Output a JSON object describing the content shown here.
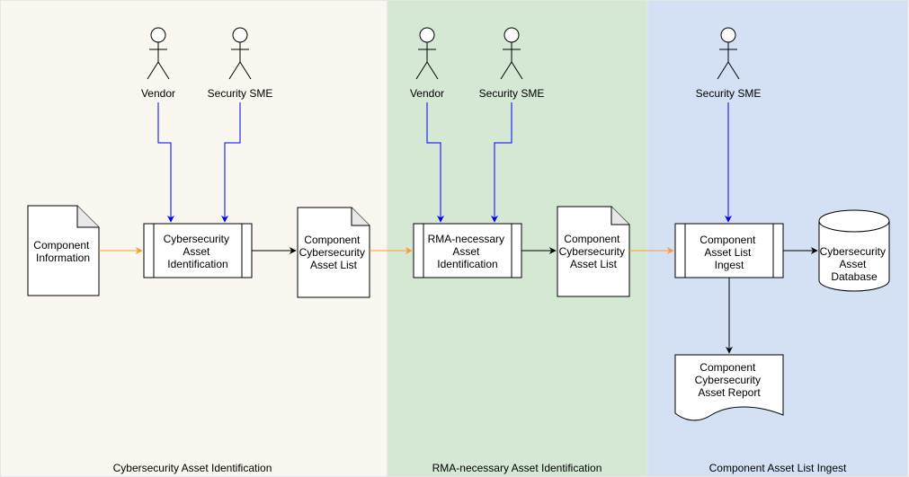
{
  "colors": {
    "lane1_fill": "#f9f7ef",
    "lane2_fill": "#d5e8d4",
    "lane3_fill": "#d4e1f5",
    "lane_border": "#e6e6e6",
    "blue_edge": "#0000ff",
    "orange_edge": "#ff9933",
    "black_edge": "#000000"
  },
  "lanes": [
    {
      "id": "lane-1",
      "label": "Cybersecurity Asset Identification"
    },
    {
      "id": "lane-2",
      "label": "RMA-necessary Asset Identification"
    },
    {
      "id": "lane-3",
      "label": "Component Asset List Ingest"
    }
  ],
  "actors": [
    {
      "id": "vendor-1",
      "label": "Vendor"
    },
    {
      "id": "sme-1",
      "label": "Security SME"
    },
    {
      "id": "vendor-2",
      "label": "Vendor"
    },
    {
      "id": "sme-2",
      "label": "Security SME"
    },
    {
      "id": "sme-3",
      "label": "Security SME"
    }
  ],
  "documents": [
    {
      "id": "doc-component-info",
      "lines": [
        "Component",
        "Information"
      ]
    },
    {
      "id": "doc-asset-list-1",
      "lines": [
        "Component",
        "Cybersecurity",
        "Asset List"
      ]
    },
    {
      "id": "doc-asset-list-2",
      "lines": [
        "Component",
        "Cybersecurity",
        "Asset List"
      ]
    },
    {
      "id": "doc-asset-report",
      "lines": [
        "Component",
        "Cybersecurity",
        "Asset Report"
      ]
    }
  ],
  "processes": [
    {
      "id": "proc-cyber-id",
      "lines": [
        "Cybersecurity",
        "Asset",
        "Identification"
      ]
    },
    {
      "id": "proc-rma-id",
      "lines": [
        "RMA-necessary",
        "Asset",
        "Identification"
      ]
    },
    {
      "id": "proc-ingest",
      "lines": [
        "Component",
        "Asset List",
        "Ingest"
      ]
    }
  ],
  "database": {
    "id": "db-asset",
    "lines": [
      "Cybersecurity",
      "Asset",
      "Database"
    ]
  }
}
